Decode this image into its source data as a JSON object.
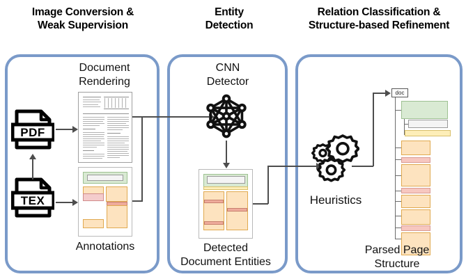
{
  "figure": {
    "title": "LayoutParser-style document parsing pipeline",
    "accent_color": "#7a9ac9",
    "line_color": "#4d4d4d"
  },
  "stages": [
    {
      "id": "stage-1",
      "header": "Image Conversion &\nWeak Supervision",
      "header_line1": "Image Conversion &",
      "header_line2": "Weak Supervision"
    },
    {
      "id": "stage-2",
      "header_line1": "Entity",
      "header_line2": "Detection"
    },
    {
      "id": "stage-3",
      "header_line1": "Relation Classification &",
      "header_line2": "Structure-based Refinement"
    }
  ],
  "stage1": {
    "inputs": [
      {
        "id": "pdf",
        "label": "PDF",
        "icon": "file-icon"
      },
      {
        "id": "tex",
        "label": "TEX",
        "icon": "file-icon"
      }
    ],
    "document_rendering": {
      "title_line1": "Document",
      "title_line2": "Rendering"
    },
    "annotations": {
      "caption": "Annotations",
      "blocks": [
        {
          "role": "title",
          "color": "green"
        },
        {
          "role": "title-inner",
          "color": "white"
        },
        {
          "role": "text-left",
          "color": "orange"
        },
        {
          "role": "figure",
          "color": "red"
        },
        {
          "role": "text-right",
          "color": "orange"
        },
        {
          "role": "caption-bar",
          "color": "salmon"
        },
        {
          "role": "text-block",
          "color": "orange"
        },
        {
          "role": "footer",
          "color": "orange"
        }
      ]
    }
  },
  "stage2": {
    "detector": {
      "title_line1": "CNN",
      "title_line2": "Detector",
      "icon": "neural-network-icon"
    },
    "detected": {
      "caption_line1": "Detected",
      "caption_line2": "Document Entities",
      "blocks": [
        {
          "role": "title",
          "color": "green"
        },
        {
          "role": "title-inner",
          "color": "white"
        },
        {
          "role": "subtitle",
          "color": "yellow"
        },
        {
          "role": "column-left",
          "color": "orange"
        },
        {
          "role": "bar-left-1",
          "color": "salmon"
        },
        {
          "role": "bar-left-2",
          "color": "salmon"
        },
        {
          "role": "column-right",
          "color": "orange"
        },
        {
          "role": "bar-right",
          "color": "salmon"
        }
      ]
    }
  },
  "stage3": {
    "heuristics": {
      "caption": "Heuristics",
      "icon": "gears-icon",
      "gear_count": 3
    },
    "parsed": {
      "caption_line1": "Parsed Page",
      "caption_line2": "Structure",
      "root_label": "doc",
      "nodes": [
        {
          "role": "title",
          "color": "green"
        },
        {
          "role": "title-inner",
          "color": "white"
        },
        {
          "role": "authors",
          "color": "yellow"
        },
        {
          "role": "section",
          "color": "orange"
        },
        {
          "role": "figure",
          "color": "pink"
        },
        {
          "role": "paragraph-1",
          "color": "orange"
        },
        {
          "role": "caption-bar",
          "color": "pink"
        },
        {
          "role": "paragraph-2",
          "color": "orange"
        },
        {
          "role": "paragraph-3",
          "color": "orange"
        },
        {
          "role": "caption-bar-2",
          "color": "pink"
        },
        {
          "role": "paragraph-4",
          "color": "orange"
        }
      ]
    }
  }
}
